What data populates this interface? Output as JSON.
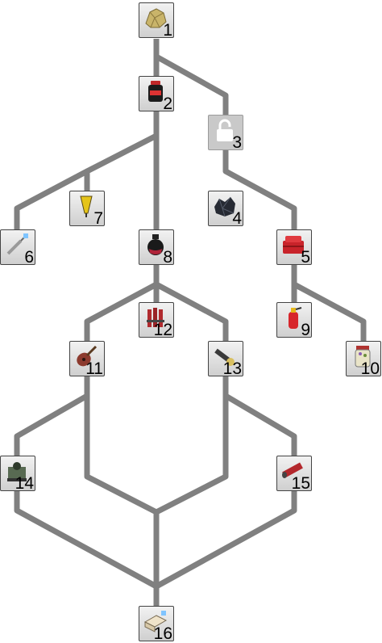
{
  "tree": {
    "nodes": [
      {
        "id": "n1",
        "number": "1",
        "icon": "gold-ore-icon",
        "locked": false
      },
      {
        "id": "n2",
        "number": "2",
        "icon": "black-jar-icon",
        "locked": false
      },
      {
        "id": "n3",
        "number": "3",
        "icon": "padlock-icon",
        "locked": true
      },
      {
        "id": "n4",
        "number": "4",
        "icon": "dark-crystal-icon",
        "locked": false
      },
      {
        "id": "n5",
        "number": "5",
        "icon": "red-toolbox-icon",
        "locked": false
      },
      {
        "id": "n6",
        "number": "6",
        "icon": "syringe-icon",
        "locked": false
      },
      {
        "id": "n7",
        "number": "7",
        "icon": "yellow-drill-icon",
        "locked": false
      },
      {
        "id": "n8",
        "number": "8",
        "icon": "potion-flask-icon",
        "locked": false
      },
      {
        "id": "n9",
        "number": "9",
        "icon": "fire-extinguisher-icon",
        "locked": false
      },
      {
        "id": "n10",
        "number": "10",
        "icon": "pickle-jar-icon",
        "locked": false
      },
      {
        "id": "n11",
        "number": "11",
        "icon": "guitar-icon",
        "locked": false
      },
      {
        "id": "n12",
        "number": "12",
        "icon": "dynamite-bundle-icon",
        "locked": false
      },
      {
        "id": "n13",
        "number": "13",
        "icon": "flashlight-icon",
        "locked": false
      },
      {
        "id": "n14",
        "number": "14",
        "icon": "machine-gear-icon",
        "locked": false
      },
      {
        "id": "n15",
        "number": "15",
        "icon": "red-cylinder-icon",
        "locked": false
      },
      {
        "id": "n16",
        "number": "16",
        "icon": "ration-box-icon",
        "locked": false
      }
    ],
    "colors": {
      "connector": "#808080",
      "tile_border": "#444444",
      "tile_fill": "#e0e0e0",
      "locked_fill": "#c9c9c9",
      "number_text": "#000000"
    }
  }
}
